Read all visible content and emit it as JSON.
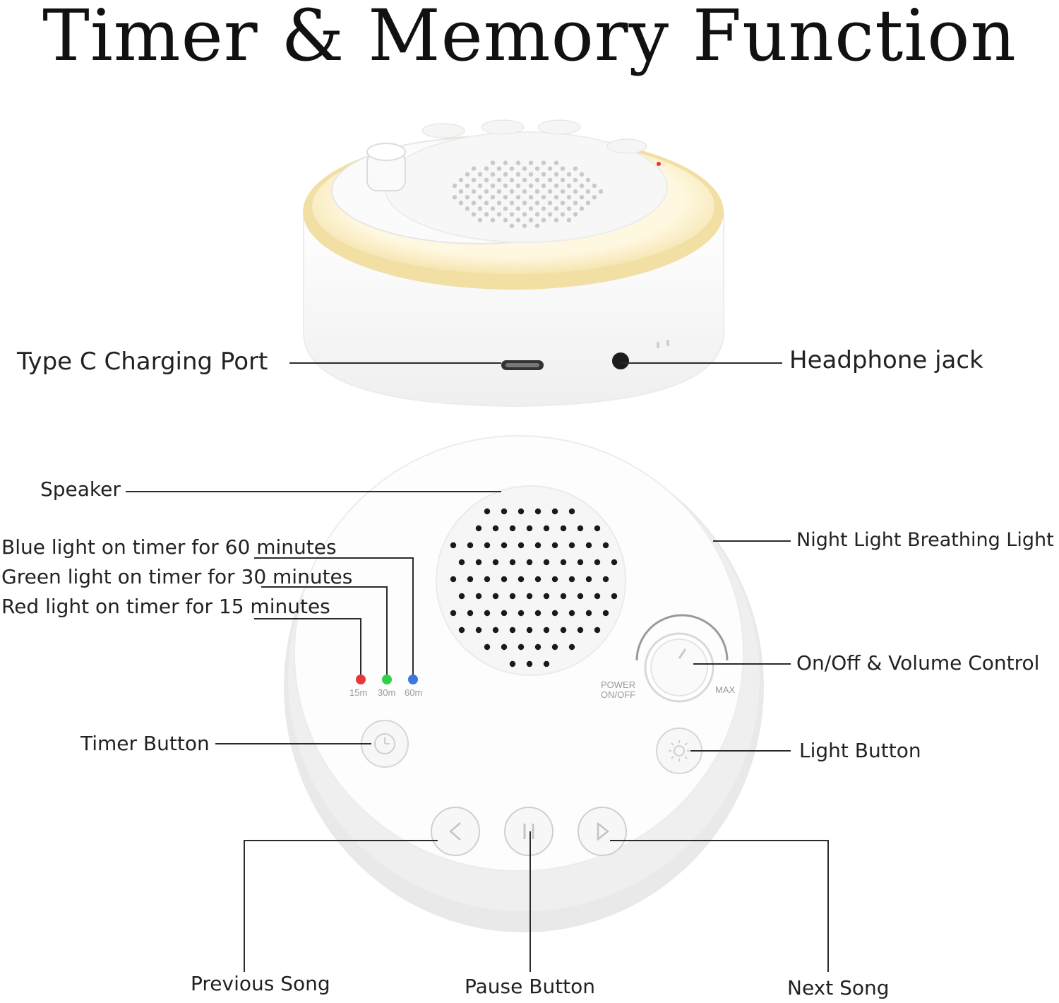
{
  "title": "Timer & Memory Function",
  "top_labels": {
    "type_c": "Type C Charging Port",
    "headphone": "Headphone jack"
  },
  "labels": {
    "speaker": "Speaker",
    "blue_timer": "Blue light on timer for 60 minutes",
    "green_timer": "Green light on timer for 30 minutes",
    "red_timer": "Red light on timer for 15 minutes",
    "night_light": "Night Light Breathing Light",
    "volume": "On/Off & Volume Control",
    "timer_button": "Timer Button",
    "light_button": "Light Button",
    "previous": "Previous Song",
    "pause": "Pause Button",
    "next": "Next Song"
  },
  "device_text": {
    "m15": "15m",
    "m30": "30m",
    "m60": "60m",
    "power": "POWER",
    "onoff": "ON/OFF",
    "max": "MAX"
  },
  "indicator_colors": {
    "red": "#e8363a",
    "green": "#2fd14a",
    "blue": "#3a78e0",
    "night_glow": "#f6e7b5"
  },
  "icons": {
    "timer": "clock-icon",
    "light": "sun-icon",
    "previous": "chevron-left-icon",
    "pause": "pause-icon",
    "next": "play-icon"
  }
}
